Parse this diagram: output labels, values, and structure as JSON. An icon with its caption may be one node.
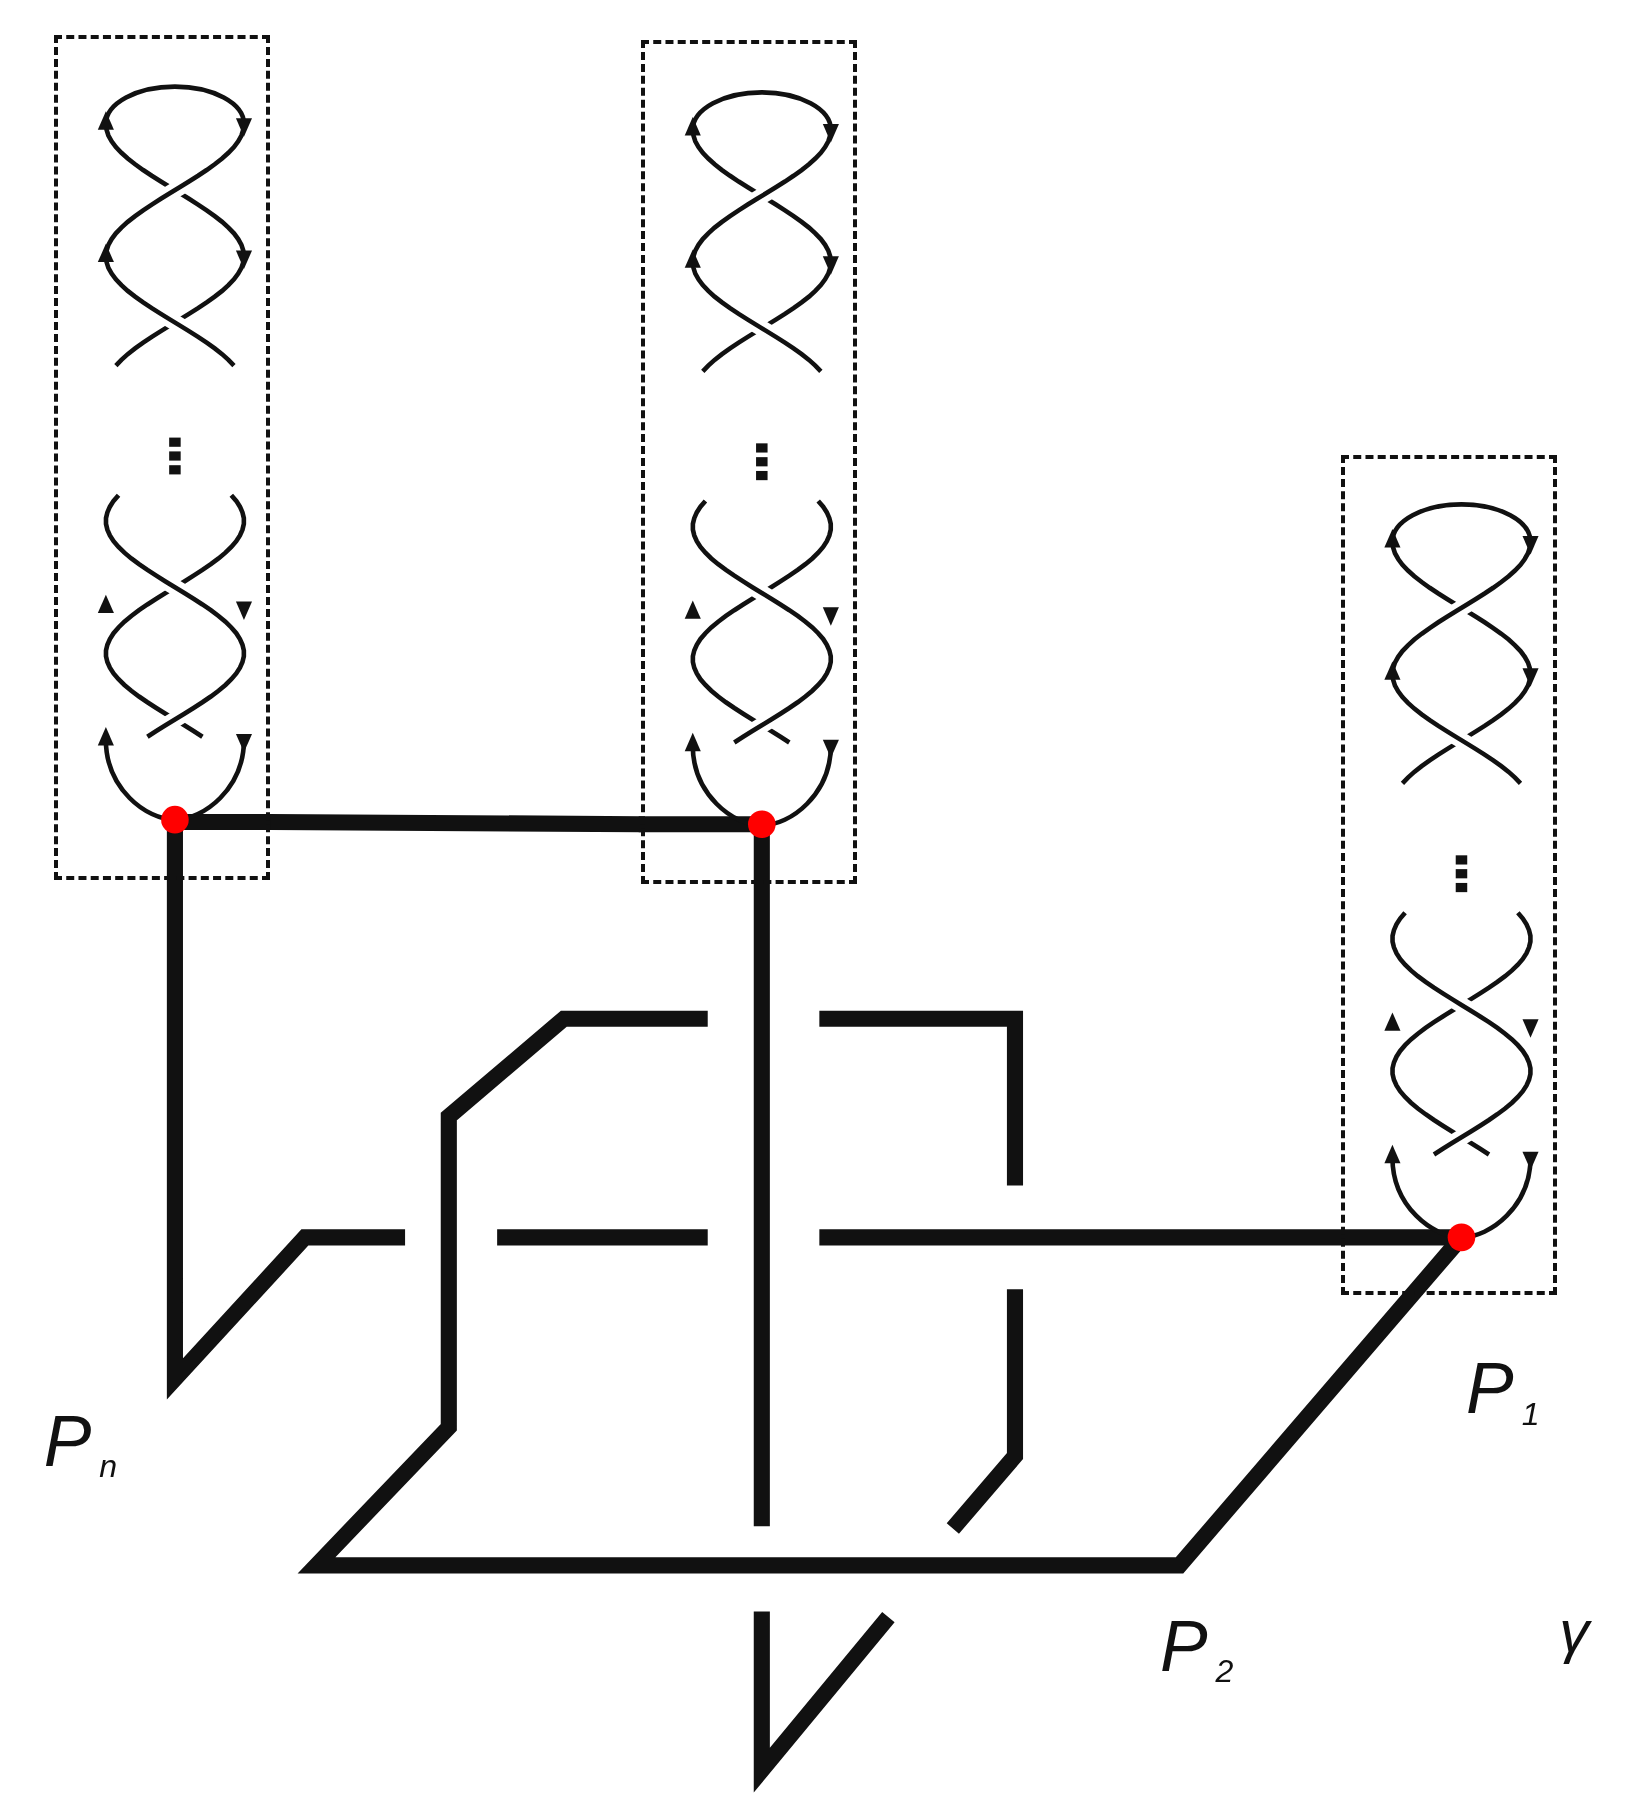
{
  "diagram": {
    "nodes": [
      {
        "text": [],
        "shape": "box"
      },
      {
        "text": [],
        "shape": "box"
      },
      {
        "text": [],
        "shape": "box"
      }
    ],
    "edges": [
      {
        "from": 0,
        "to": 1,
        "arrow": "none"
      }
    ],
    "labels": [
      "P$_{n}$",
      "P$_{1}$",
      "P$_{2}$",
      "γ"
    ]
  }
}
